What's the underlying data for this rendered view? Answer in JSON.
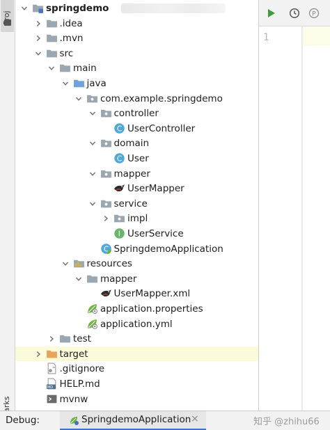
{
  "sidebar": {
    "project_tab_label": "Proj",
    "bookmarks_label": "kmarks"
  },
  "tree": {
    "items": [
      {
        "label": "springdemo",
        "icon": "module-folder-icon",
        "expanded": true,
        "bold": true
      },
      {
        "label": ".idea",
        "icon": "folder-icon",
        "expanded": false
      },
      {
        "label": ".mvn",
        "icon": "folder-icon",
        "expanded": false
      },
      {
        "label": "src",
        "icon": "folder-icon",
        "expanded": true
      },
      {
        "label": "main",
        "icon": "folder-icon",
        "expanded": true
      },
      {
        "label": "java",
        "icon": "source-folder-icon",
        "expanded": true
      },
      {
        "label": "com.example.springdemo",
        "icon": "package-icon",
        "expanded": true
      },
      {
        "label": "controller",
        "icon": "package-icon",
        "expanded": true
      },
      {
        "label": "UserController",
        "icon": "class-icon"
      },
      {
        "label": "domain",
        "icon": "package-icon",
        "expanded": true
      },
      {
        "label": "User",
        "icon": "class-icon"
      },
      {
        "label": "mapper",
        "icon": "package-icon",
        "expanded": true
      },
      {
        "label": "UserMapper",
        "icon": "mybatis-bird-icon"
      },
      {
        "label": "service",
        "icon": "package-icon",
        "expanded": true
      },
      {
        "label": "impl",
        "icon": "package-icon",
        "expanded": false
      },
      {
        "label": "UserService",
        "icon": "interface-icon"
      },
      {
        "label": "SpringdemoApplication",
        "icon": "spring-boot-class-icon"
      },
      {
        "label": "resources",
        "icon": "resources-folder-icon",
        "expanded": true
      },
      {
        "label": "mapper",
        "icon": "folder-icon",
        "expanded": true
      },
      {
        "label": "UserMapper.xml",
        "icon": "mybatis-bird-icon"
      },
      {
        "label": "application.properties",
        "icon": "spring-leaf-icon"
      },
      {
        "label": "application.yml",
        "icon": "spring-leaf-icon"
      },
      {
        "label": "test",
        "icon": "folder-icon",
        "expanded": false
      },
      {
        "label": "target",
        "icon": "excluded-folder-icon",
        "expanded": false
      },
      {
        "label": ".gitignore",
        "icon": "gitignore-file-icon"
      },
      {
        "label": "HELP.md",
        "icon": "markdown-file-icon"
      },
      {
        "label": "mvnw",
        "icon": "terminal-file-icon"
      }
    ]
  },
  "editor": {
    "line_numbers": [
      "1"
    ]
  },
  "statusbar": {
    "debug_label": "Debug:",
    "debug_tab_label": "SpringdemoApplication",
    "close_glyph": "×",
    "watermark": "知乎 @zhihu66"
  },
  "colors": {
    "folder": "#9aa7b0",
    "source_folder": "#6fa3d9",
    "target_folder": "#e8a45a",
    "class_badge": "#4fa8d8",
    "interface_badge": "#69b36a",
    "run_green": "#3f9c3f",
    "tab_underline": "#3d73c9",
    "selected_row": "#fbfbdb"
  }
}
